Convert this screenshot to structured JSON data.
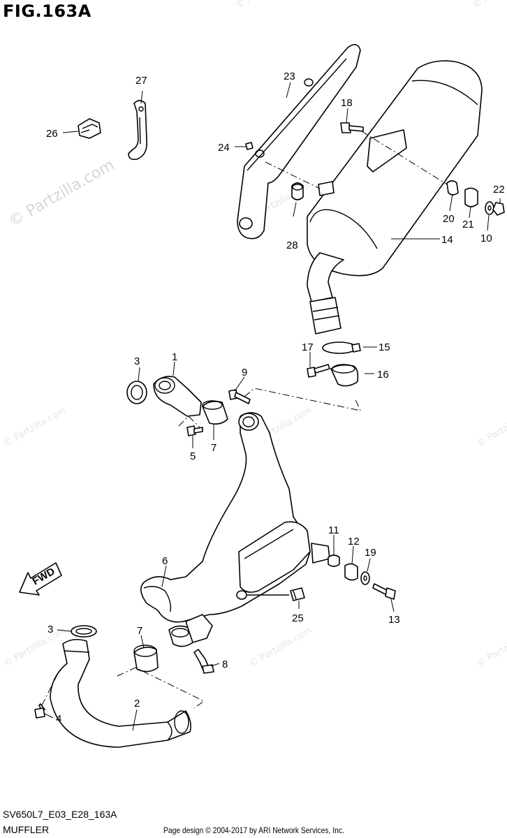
{
  "figure": {
    "title": "FIG.163A",
    "code": "SV650L7_E03_E28_163A",
    "section": "MUFFLER",
    "page_design": "Page design © 2004-2017 by ARI Network Services, Inc."
  },
  "watermark": {
    "text": "© Partzilla.com"
  },
  "fwd_arrow": {
    "label": "FWD"
  },
  "callouts": {
    "c1": "1",
    "c2": "2",
    "c3a": "3",
    "c3b": "3",
    "c4": "4",
    "c5": "5",
    "c6": "6",
    "c7a": "7",
    "c7b": "7",
    "c8": "8",
    "c9": "9",
    "c10": "10",
    "c11": "11",
    "c12": "12",
    "c13": "13",
    "c14": "14",
    "c15": "15",
    "c16": "16",
    "c17": "17",
    "c18": "18",
    "c19": "19",
    "c20": "20",
    "c21": "21",
    "c22": "22",
    "c23": "23",
    "c24": "24",
    "c25": "25",
    "c26": "26",
    "c27": "27",
    "c28": "28"
  }
}
